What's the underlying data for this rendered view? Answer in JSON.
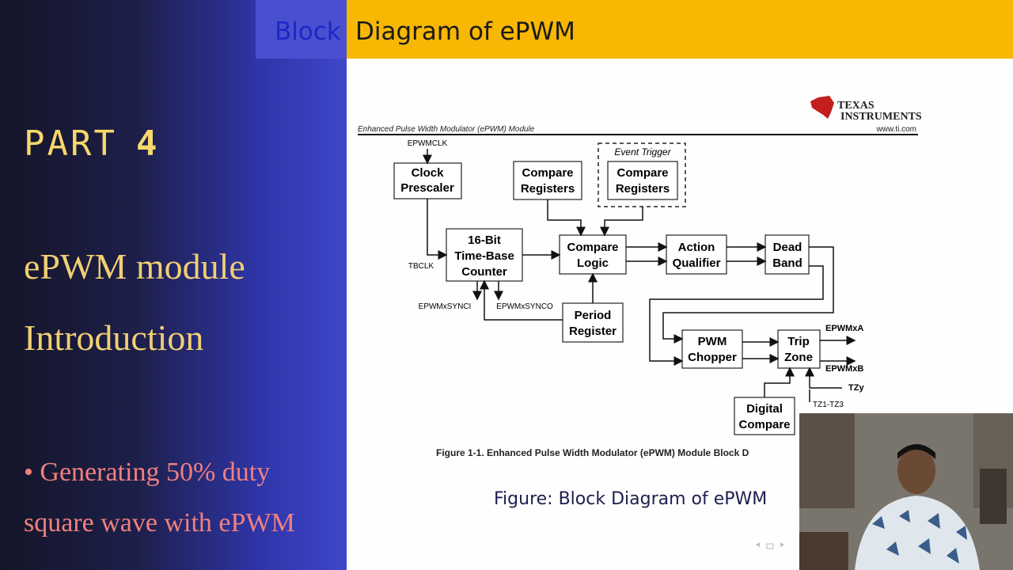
{
  "left": {
    "part_label": "PART",
    "part_number": "4",
    "heading_line1": "ePWM module",
    "heading_line2": "Introduction",
    "bullet_line1": "Generating 50% duty",
    "bullet_line2": "square wave with ePWM"
  },
  "slide": {
    "title_part1": "Block",
    "title_part2": "Diagram of ePWM",
    "caption": "Figure: Block Diagram of ePWM"
  },
  "diagram": {
    "header": "Enhanced Pulse Width Modulator (ePWM) Module",
    "logo_line1": "Texas",
    "logo_line2": "Instruments",
    "website": "www.ti.com",
    "figure_caption": "Figure 1-1. Enhanced Pulse Width Modulator (ePWM) Module Block D",
    "event_trigger": "Event Trigger",
    "blocks": {
      "clock_prescaler": [
        "Clock",
        "Prescaler"
      ],
      "time_base": [
        "16-Bit",
        "Time-Base",
        "Counter"
      ],
      "compare_registers_1": [
        "Compare",
        "Registers"
      ],
      "compare_registers_2": [
        "Compare",
        "Registers"
      ],
      "compare_logic": [
        "Compare",
        "Logic"
      ],
      "period_register": [
        "Period",
        "Register"
      ],
      "action_qualifier": [
        "Action",
        "Qualifier"
      ],
      "dead_band": [
        "Dead",
        "Band"
      ],
      "pwm_chopper": [
        "PWM",
        "Chopper"
      ],
      "trip_zone": [
        "Trip",
        "Zone"
      ],
      "digital_compare": [
        "Digital",
        "Compare"
      ]
    },
    "signals": {
      "epwmclk": "EPWMCLK",
      "tbclk": "TBCLK",
      "synci": "EPWMxSYNCI",
      "synco": "EPWMxSYNCO",
      "out_a": "EPWMxA",
      "out_b": "EPWMxB",
      "tzy": "TZy",
      "tz13": "TZ1-TZ3"
    }
  },
  "colors": {
    "title_bar": "#f7b703",
    "left_panel_accent": "#3f46c9",
    "heading_text": "#f1cf72",
    "bullet_text": "#f08080"
  }
}
